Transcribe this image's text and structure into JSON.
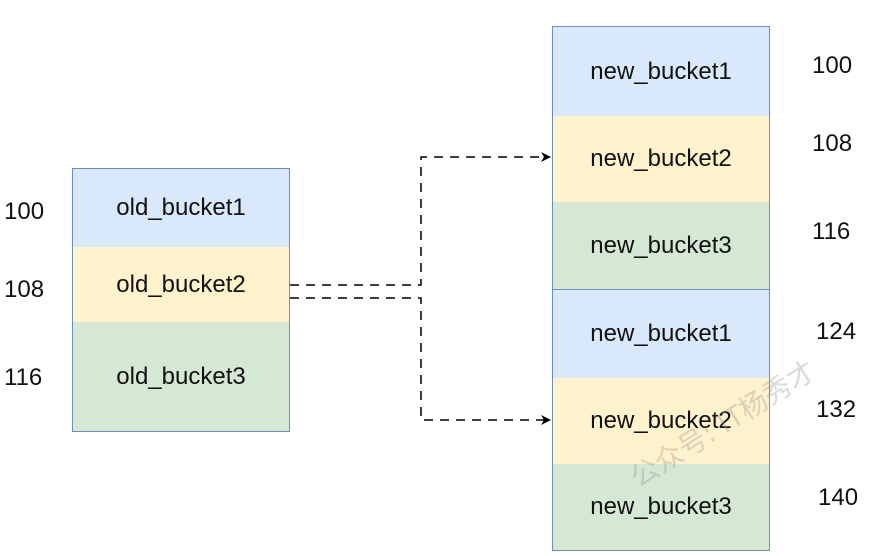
{
  "colors": {
    "blue": "#dae8fc",
    "yellow": "#fff2cc",
    "green": "#d5e8d4",
    "border": "#6c8ebf",
    "line": "#000000"
  },
  "old_block": {
    "cells": [
      {
        "label": "old_bucket1",
        "address": "100",
        "color": "blue"
      },
      {
        "label": "old_bucket2",
        "address": "108",
        "color": "yellow"
      },
      {
        "label": "old_bucket3",
        "address": "116",
        "color": "green"
      }
    ]
  },
  "new_block_top": {
    "cells": [
      {
        "label": "new_bucket1",
        "address": "100",
        "color": "blue"
      },
      {
        "label": "new_bucket2",
        "address": "108",
        "color": "yellow"
      },
      {
        "label": "new_bucket3",
        "address": "116",
        "color": "green"
      }
    ]
  },
  "new_block_bottom": {
    "cells": [
      {
        "label": "new_bucket1",
        "address": "124",
        "color": "blue"
      },
      {
        "label": "new_bucket2",
        "address": "132",
        "color": "yellow"
      },
      {
        "label": "new_bucket3",
        "address": "140",
        "color": "green"
      }
    ]
  },
  "watermark": "公众号: IT杨秀才"
}
